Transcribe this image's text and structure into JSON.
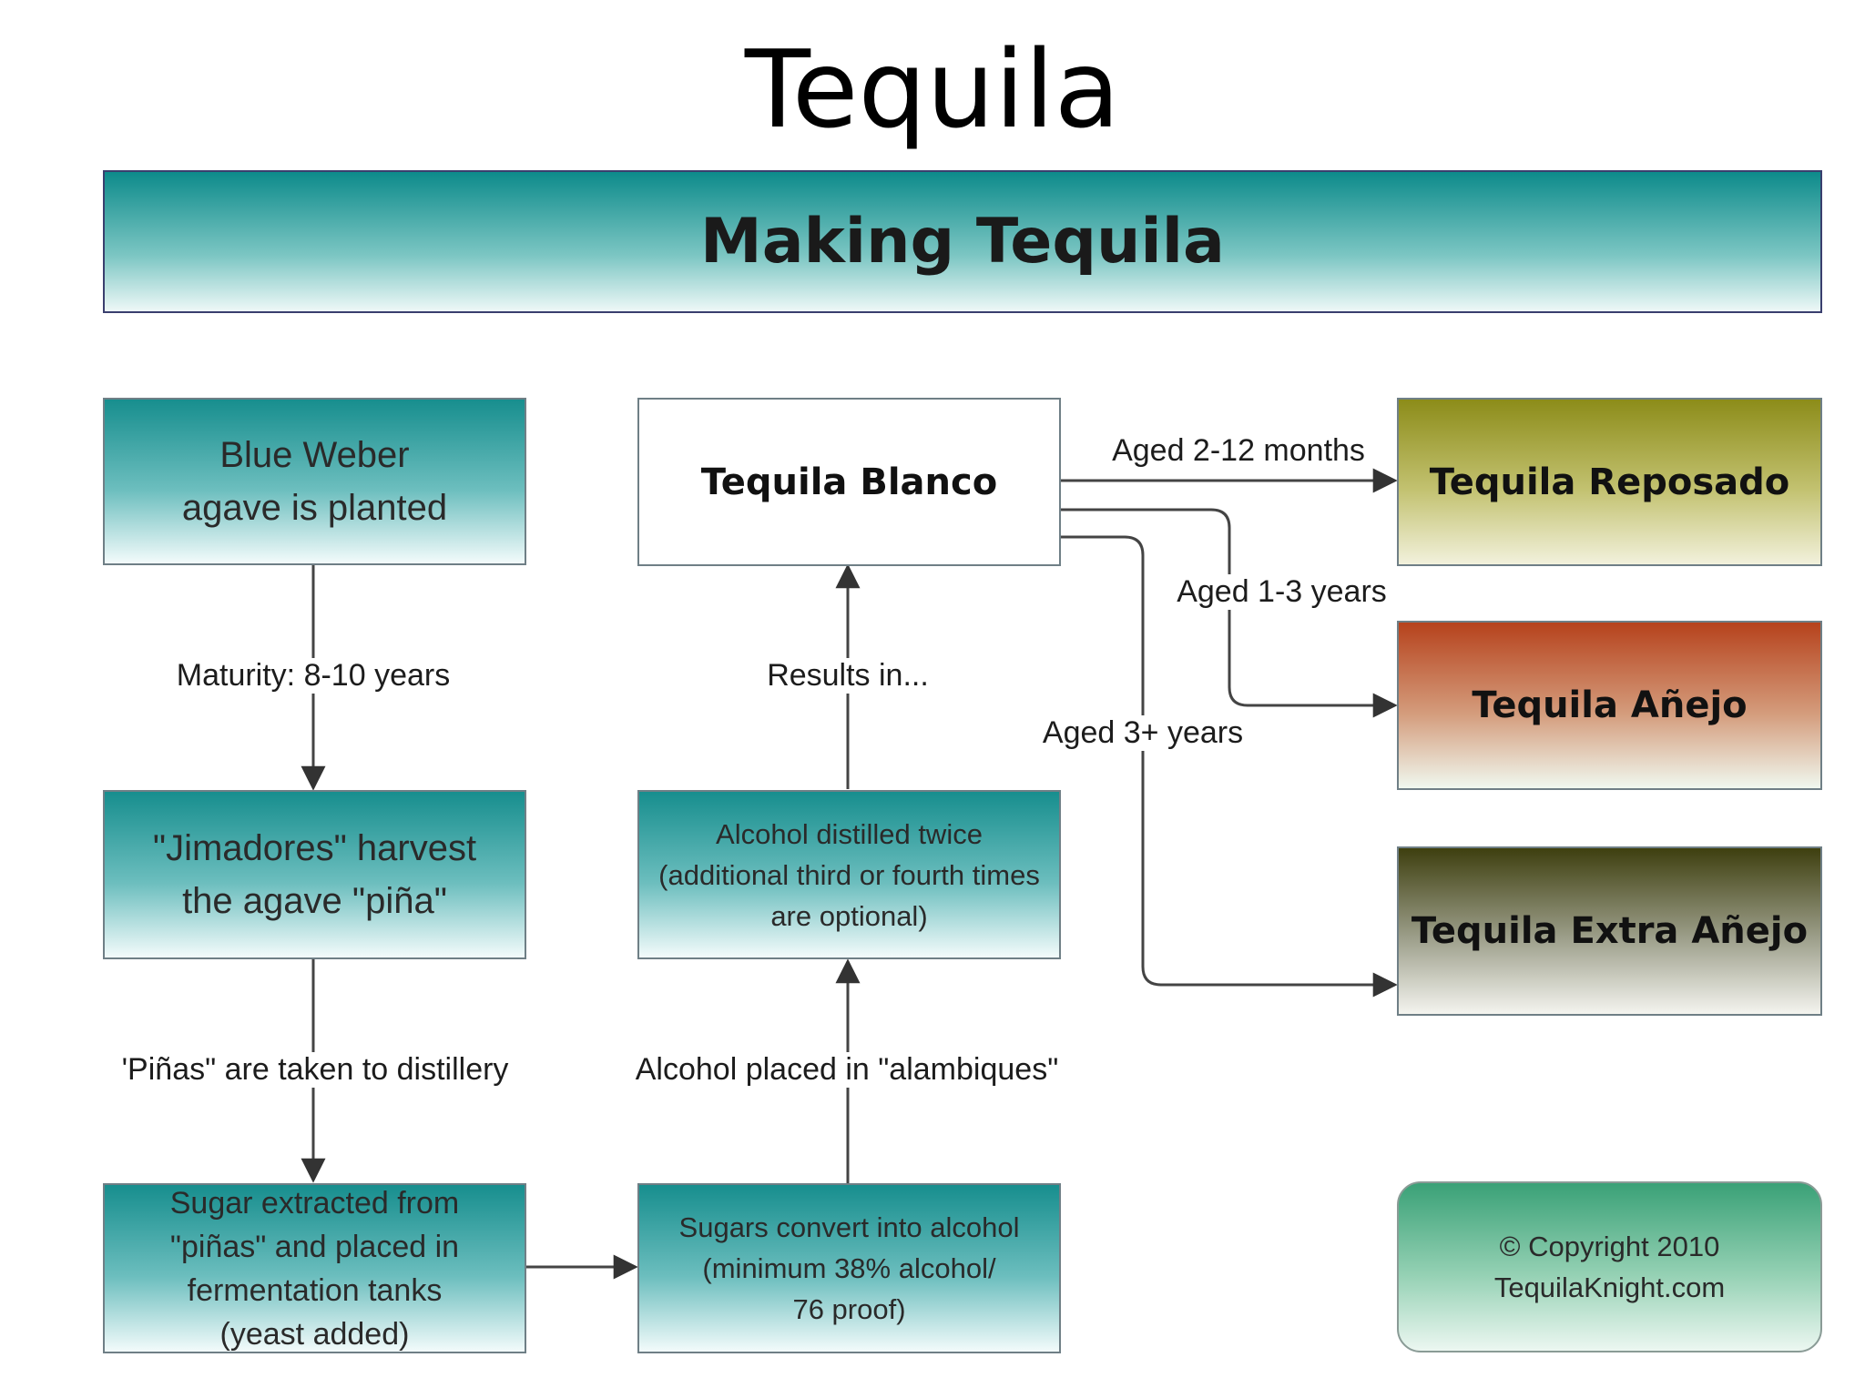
{
  "slide": {
    "title": "Tequila"
  },
  "diagram": {
    "heading": "Making Tequila",
    "boxes": {
      "planted": "Blue Weber\nagave is planted",
      "harvest": "\"Jimadores\" harvest\nthe agave \"piña\"",
      "sugar_extracted": "Sugar extracted from\n\"piñas\" and placed in\nfermentation tanks\n(yeast added)",
      "sugars_convert": "Sugars convert into alcohol\n(minimum 38% alcohol/\n76 proof)",
      "distilled": "Alcohol distilled twice\n(additional third or fourth times\nare optional)",
      "blanco": "Tequila Blanco",
      "reposado": "Tequila Reposado",
      "anejo": "Tequila Añejo",
      "extra_anejo": "Tequila Extra Añejo",
      "copyright": "© Copyright 2010\nTequilaKnight.com"
    },
    "edges": {
      "maturity": "Maturity: 8-10 years",
      "pinas_taken": "'Piñas\" are taken to distillery",
      "alambiques": "Alcohol placed in \"alambiques\"",
      "results_in": "Results in...",
      "aged_reposado": "Aged 2-12 months",
      "aged_anejo": "Aged 1-3 years",
      "aged_extra": "Aged 3+ years"
    }
  }
}
